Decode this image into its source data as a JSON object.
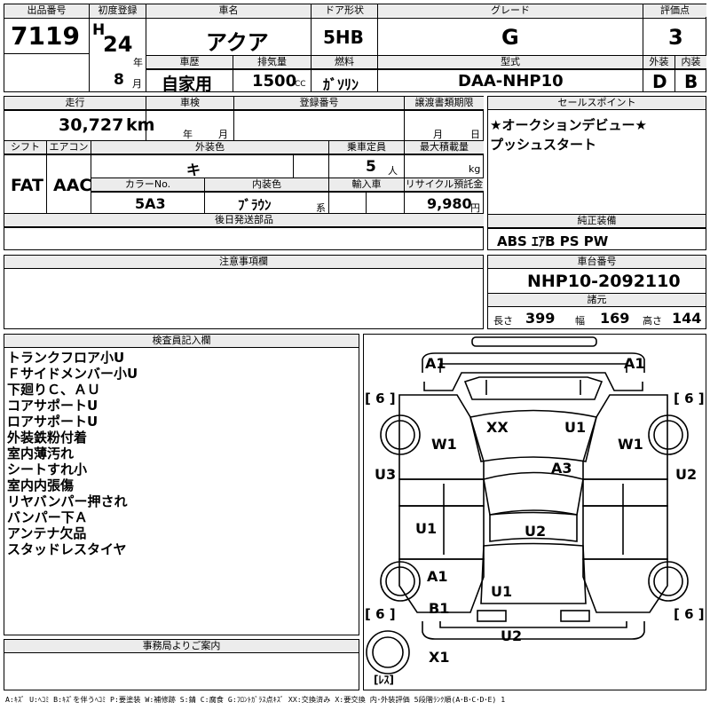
{
  "top": {
    "lot_no_label": "出品番号",
    "lot_no": "7119",
    "first_reg_label": "初度登録",
    "era": "H",
    "year": "24",
    "year_unit": "年",
    "month": "8",
    "month_unit": "月",
    "car_name_label": "車名",
    "car_name": "アクア",
    "door_label": "ドア形状",
    "door": "5HB",
    "grade_label": "グレード",
    "grade": "G",
    "score_label": "評価点",
    "score": "3",
    "history_label": "車歴",
    "history": "自家用",
    "displacement_label": "排気量",
    "displacement": "1500",
    "displacement_unit": "CC",
    "fuel_label": "燃料",
    "fuel": "ｶﾞｿﾘﾝ",
    "model_label": "型式",
    "model": "DAA-NHP10",
    "exterior_label": "外装",
    "exterior": "D",
    "interior_label": "内装",
    "interior": "B"
  },
  "mid": {
    "mileage_label": "走行",
    "mileage": "30,727",
    "mileage_unit": "km",
    "inspection_label": "車検",
    "year_unit": "年",
    "month_unit": "月",
    "reg_no_label": "登録番号",
    "transfer_label": "譲渡書類期限",
    "transfer_month": "月",
    "transfer_day": "日",
    "shift_label": "シフト",
    "shift": "FAT",
    "ac_label": "エアコン",
    "ac": "AAC",
    "ext_color_label": "外装色",
    "ext_color": "キ",
    "capacity_label": "乗車定員",
    "capacity": "5",
    "capacity_unit": "人",
    "max_load_label": "最大積載量",
    "max_load_unit": "kg",
    "color_no_label": "カラーNo.",
    "color_no": "5A3",
    "int_color_label": "内装色",
    "int_color": "ﾌﾞﾗｳﾝ",
    "int_color_unit": "系",
    "import_label": "輸入車",
    "recycle_label": "リサイクル預託金",
    "recycle": "9,980",
    "recycle_unit": "円",
    "later_parts_label": "後日発送部品"
  },
  "sales": {
    "label": "セールスポイント",
    "lines": [
      "★オークションデビュー★",
      "プッシュスタート"
    ]
  },
  "equipment": {
    "label": "純正装備",
    "value": "ABS ｴｱB PS PW"
  },
  "notes": {
    "label": "注意事項欄"
  },
  "chassis": {
    "label": "車台番号",
    "value": "NHP10-2092110"
  },
  "specs": {
    "label": "諸元",
    "length_label": "長さ",
    "length": "399",
    "width_label": "幅",
    "width": "169",
    "height_label": "高さ",
    "height": "144"
  },
  "inspector": {
    "label": "検査員記入欄",
    "lines": [
      "トランクフロア小U",
      "Ｆサイドメンバー小U",
      "下廻りＣ、ＡＵ",
      "コアサポートU",
      "ロアサポートU",
      "外装鉄粉付着",
      "室内薄汚れ",
      "シートすれ小",
      "室内内張傷",
      "リヤバンパー押され",
      "バンパー下Ａ",
      "アンテナ欠品",
      "スタッドレスタイヤ"
    ]
  },
  "office": {
    "label": "事務局よりご案内"
  },
  "diagram": {
    "codes": {
      "a1_left": "A1",
      "a1_right": "A1",
      "tire_fl": "[ 6 ]",
      "tire_fr": "[ 6 ]",
      "tire_rl": "[ 6 ]",
      "tire_rr": "[ 6 ]",
      "xx": "XX",
      "u1_roof": "U1",
      "w1_left": "W1",
      "w1_right": "W1",
      "a3": "A3",
      "u3": "U3",
      "u2_right": "U2",
      "u1_door": "U1",
      "u2_center": "U2",
      "a1_rear": "A1",
      "u1_rear": "U1",
      "b1": "B1",
      "u2_bumper": "U2",
      "x1": "X1",
      "spare": "[ﾚｽ]"
    }
  },
  "legend": "A:ｷｽﾞ U:ﾍｺﾐ B:ｷｽﾞを伴うﾍｺﾐ P:要塗装 W:補修跡 S:錆 C:腐食 G:ﾌﾛﾝﾄｶﾞﾗｽ点ｷｽﾞ XX:交換済み X:要交換 内･外装評価 5段階ﾗﾝｸ順(A･B･C･D･E) 1"
}
